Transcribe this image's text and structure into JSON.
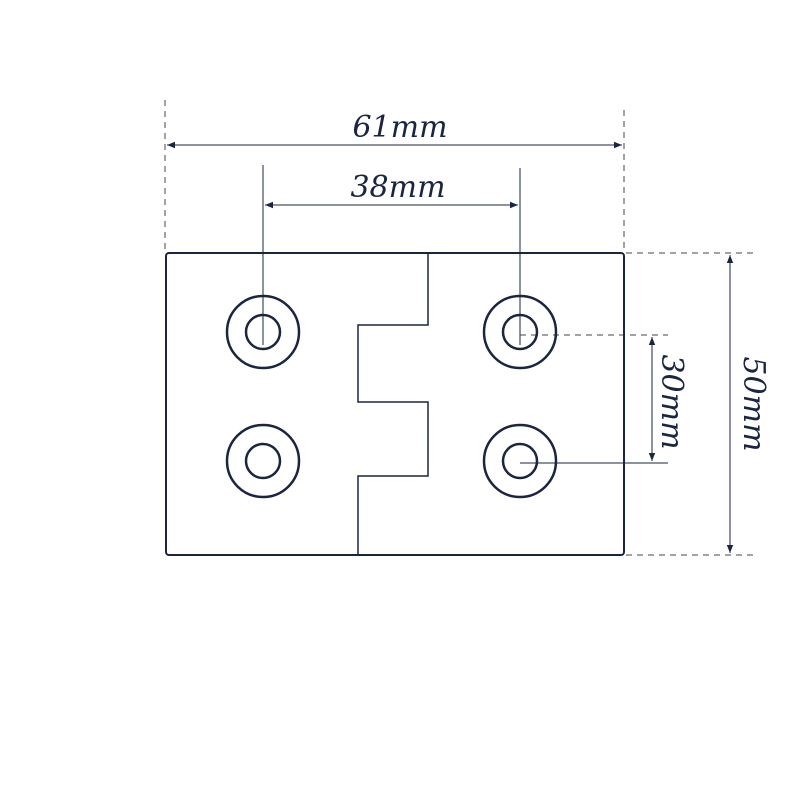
{
  "dimensions": {
    "overall_width": "61mm",
    "hole_spacing_horizontal": "38mm",
    "hole_spacing_vertical": "30mm",
    "overall_height": "50mm"
  },
  "colors": {
    "line": "#1a2540",
    "extension": "#444444",
    "background": "#ffffff"
  }
}
